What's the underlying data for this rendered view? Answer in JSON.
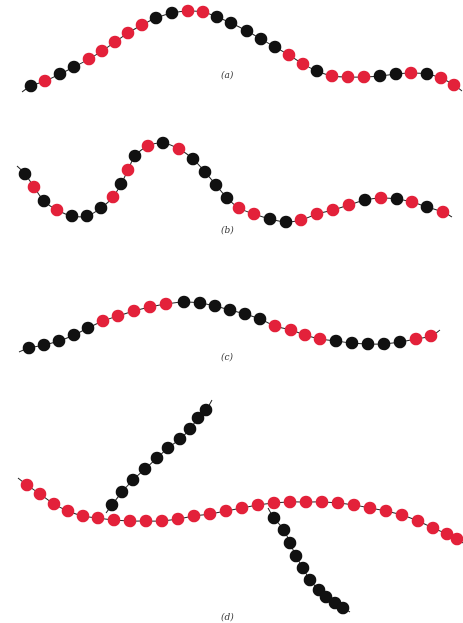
{
  "colors": {
    "red": "#e3213a",
    "black": "#111111",
    "line": "#222222"
  },
  "panels": [
    {
      "id": "a",
      "label": "(a)"
    },
    {
      "id": "b",
      "label": "(b)"
    },
    {
      "id": "c",
      "label": "(c)"
    },
    {
      "id": "d",
      "label": "(d)"
    }
  ]
}
